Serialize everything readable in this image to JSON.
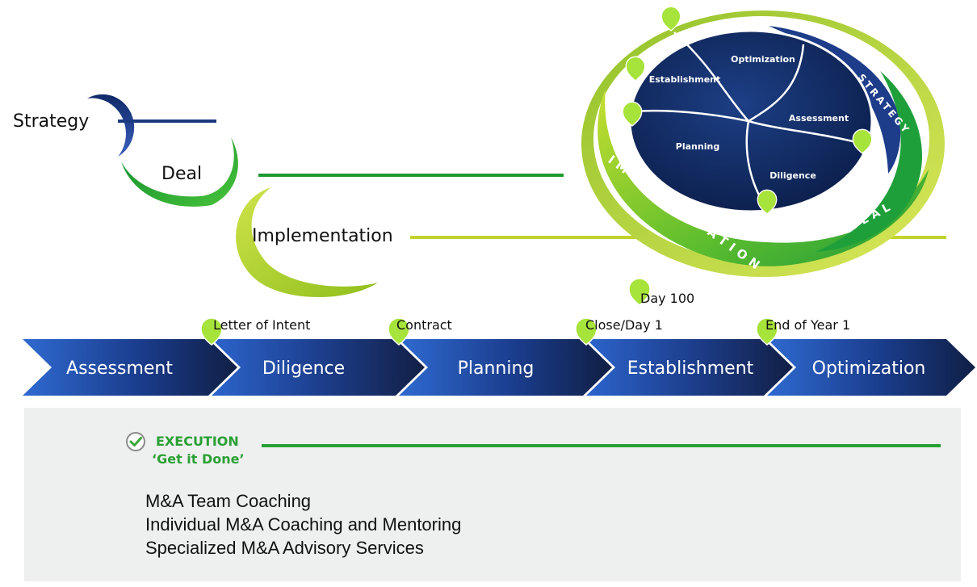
{
  "colors": {
    "navy": "#142a5c",
    "blue": "#2456b4",
    "green": "#1ea538",
    "lime": "#b7d42a",
    "panel": "#eef0f0",
    "pin": "#a6e33b"
  },
  "tiers": {
    "strategy": "Strategy",
    "deal": "Deal",
    "implementation": "Implementation"
  },
  "wheel": {
    "segments": [
      "Optimization",
      "Establishment",
      "Assessment",
      "Planning",
      "Diligence"
    ],
    "rings": {
      "strategy": "STRATEGY",
      "deal": "DEAL",
      "implementation": "IMPLEMENTATION"
    }
  },
  "timeline": {
    "phases": [
      "Assessment",
      "Diligence",
      "Planning",
      "Establishment",
      "Optimization"
    ],
    "milestones": [
      "Letter of Intent",
      "Contract",
      "Close/Day 1",
      "Day 100",
      "End of Year 1"
    ]
  },
  "execution": {
    "title": "EXECUTION",
    "subtitle": "‘Get it Done’",
    "items": [
      "M&A Team Coaching",
      "Individual M&A Coaching and Mentoring",
      "Specialized M&A Advisory Services"
    ]
  }
}
